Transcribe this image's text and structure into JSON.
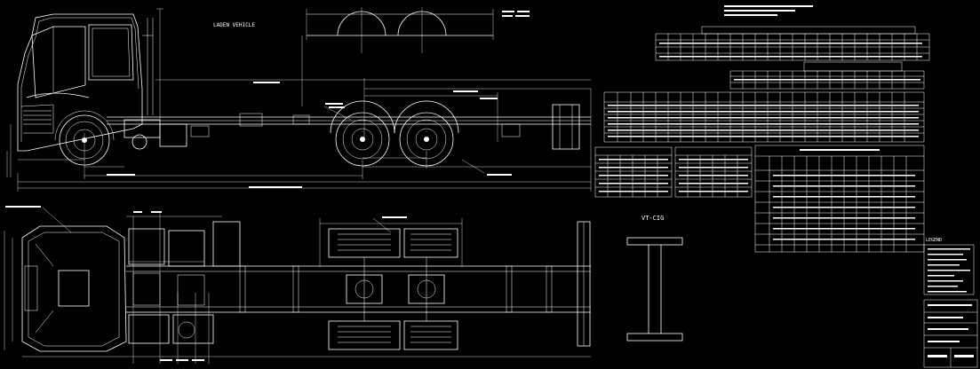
{
  "labels": {
    "side_view": "LADEN VEHICLE",
    "axle_view": "VT-CIG",
    "legend_title": "LEGEND"
  },
  "colors": {
    "background": "#000000",
    "linework": "#ffffff"
  },
  "spec_tables": {
    "top": {
      "rows": 4,
      "cols": 22
    },
    "middle": {
      "rows": 3,
      "cols": 16
    },
    "main": {
      "rows": 7,
      "cols": 26
    },
    "small_left": {
      "rows": 6,
      "cols": 6
    },
    "small_mid": {
      "rows": 6,
      "cols": 6
    },
    "right": {
      "rows": 10,
      "cols": 14
    }
  }
}
